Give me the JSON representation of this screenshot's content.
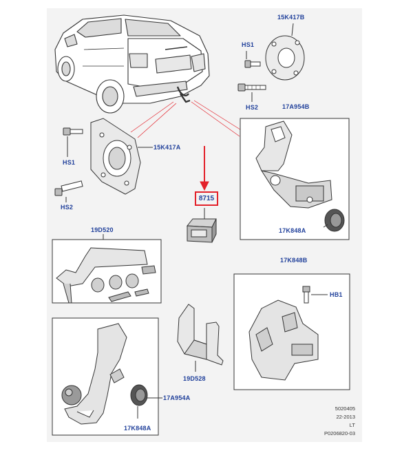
{
  "labels": {
    "p_15k417b": "15K417B",
    "p_hs1_top": "HS1",
    "p_hs2_top": "HS2",
    "p_17a954b": "17A954B",
    "p_hs1_left": "HS1",
    "p_hs2_left": "HS2",
    "p_15k417a": "15K417A",
    "p_8715": "8715",
    "p_17k848a_right": "17K848A",
    "p_19d520": "19D520",
    "p_17k848b": "17K848B",
    "p_hb1": "HB1",
    "p_19d528": "19D528",
    "p_17a954a": "17A954A",
    "p_17k848a_bottom": "17K848A"
  },
  "footer": {
    "ref": "5020405",
    "date": "22-2013",
    "code": "LT",
    "drawing": "P0206820-03"
  },
  "colors": {
    "label": "#1f3f9a",
    "highlight": "#e3212a",
    "line": "#333333"
  }
}
